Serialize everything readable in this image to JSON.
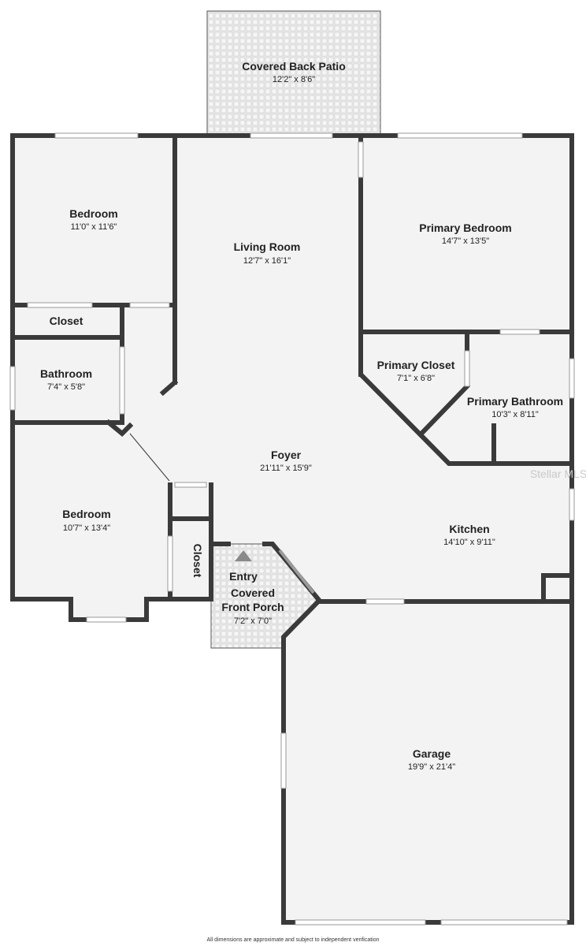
{
  "rooms": {
    "back_patio": {
      "name": "Covered Back Patio",
      "dim": "12'2\" x 8'6\""
    },
    "bedroom_top": {
      "name": "Bedroom",
      "dim": "11'0\" x 11'6\""
    },
    "living_room": {
      "name": "Living Room",
      "dim": "12'7\" x 16'1\""
    },
    "primary_bedroom": {
      "name": "Primary Bedroom",
      "dim": "14'7\" x 13'5\""
    },
    "closet_top": {
      "name": "Closet"
    },
    "bathroom": {
      "name": "Bathroom",
      "dim": "7'4\" x 5'8\""
    },
    "primary_closet": {
      "name": "Primary Closet",
      "dim": "7'1\" x 6'8\""
    },
    "primary_bathroom": {
      "name": "Primary Bathroom",
      "dim": "10'3\" x 8'11\""
    },
    "foyer": {
      "name": "Foyer",
      "dim": "21'11\" x 15'9\""
    },
    "bedroom_bottom": {
      "name": "Bedroom",
      "dim": "10'7\" x 13'4\""
    },
    "kitchen": {
      "name": "Kitchen",
      "dim": "14'10\" x 9'11\""
    },
    "closet_vertical": {
      "name": "Closet"
    },
    "entry": {
      "name": "Entry"
    },
    "front_porch": {
      "name_line1": "Covered",
      "name_line2": "Front Porch",
      "dim": "7'2\" x 7'0\""
    },
    "garage": {
      "name": "Garage",
      "dim": "19'9\" x 21'4\""
    }
  },
  "watermark": "Stellar MLS",
  "footer": "All dimensions are approximate and subject to independent verification",
  "colors": {
    "wall": "#3a3a3a",
    "floor": "#f3f3f3",
    "patio": "#e4e4e4"
  }
}
